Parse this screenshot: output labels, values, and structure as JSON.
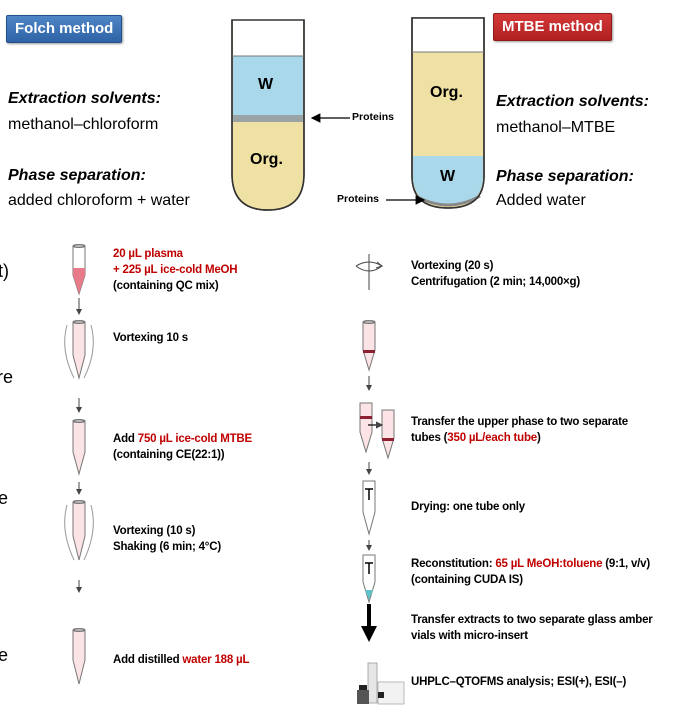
{
  "folch": {
    "badge": "Folch method",
    "extraction_heading": "Extraction solvents:",
    "extraction_text": "methanol–chloroform",
    "phase_heading": "Phase separation:",
    "phase_text": "added chloroform + water",
    "tube_top_label": "W",
    "tube_bottom_label": "Org."
  },
  "mtbe": {
    "badge": "MTBE method",
    "extraction_heading": "Extraction solvents:",
    "extraction_text": "methanol–MTBE",
    "phase_heading": "Phase separation:",
    "phase_text": "Added water",
    "tube_top_label": "Org.",
    "tube_bottom_label": "W"
  },
  "proteins_label_1": "Proteins",
  "proteins_label_2": "Proteins",
  "left_steps": {
    "s1": {
      "l1": "20 µL plasma",
      "l2": "+ 225 µL ice-cold MeOH",
      "l3": "(containing QC mix)"
    },
    "s2": {
      "l1": "Vortexing 10 s"
    },
    "s3": {
      "l1_a": "Add ",
      "l1_b": "750 µL ice-cold MTBE",
      "l2": "(containing CE(22:1))"
    },
    "s4": {
      "l1": "Vortexing (10 s)",
      "l2": "Shaking (6 min; 4°C)"
    },
    "s5": {
      "a": "Add distilled ",
      "b": "water 188 µL"
    }
  },
  "right_steps": {
    "s1": {
      "l1": "Vortexing (20 s)",
      "l2": "Centrifugation (2 min; 14,000×g)"
    },
    "s2": {
      "l1": "Transfer the upper phase to two separate",
      "l2_a": "tubes (",
      "l2_b": "350 µL/each tube",
      "l2_c": ")"
    },
    "s3": {
      "l1": "Drying: one tube only"
    },
    "s4": {
      "l1_a": "Reconstitution: ",
      "l1_b": "65 µL MeOH:toluene",
      "l1_c": " (9:1, v/v)",
      "l2": "(containing CUDA IS)"
    },
    "s5": {
      "l1": "Transfer extracts to two separate glass amber",
      "l2": "vials with micro-insert"
    },
    "s6": {
      "l1": "UHPLC–QTOFMS analysis; ESI(+), ESI(–)"
    }
  },
  "cut_text": {
    "c1": "t)",
    "c2": "re",
    "c3": "e",
    "c4": "e"
  },
  "colors": {
    "water": "#a8d8ea",
    "organic": "#efe1a4",
    "folch_badge": "#3a72b8",
    "mtbe_badge": "#c42828",
    "accent_red": "#c00000"
  }
}
